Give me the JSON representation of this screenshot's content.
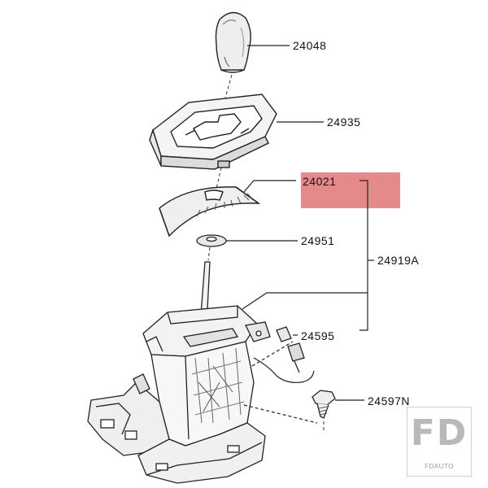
{
  "parts": {
    "knob": "24048",
    "indicator_panel": "24935",
    "slide_cover": "24021",
    "plate": "24951",
    "shifter_assembly": "24919A",
    "connector": "24595",
    "bolt": "24597N"
  },
  "highlight_color": "#e07676",
  "logo": {
    "letters": "FD",
    "subtext": "FDAUTO"
  }
}
